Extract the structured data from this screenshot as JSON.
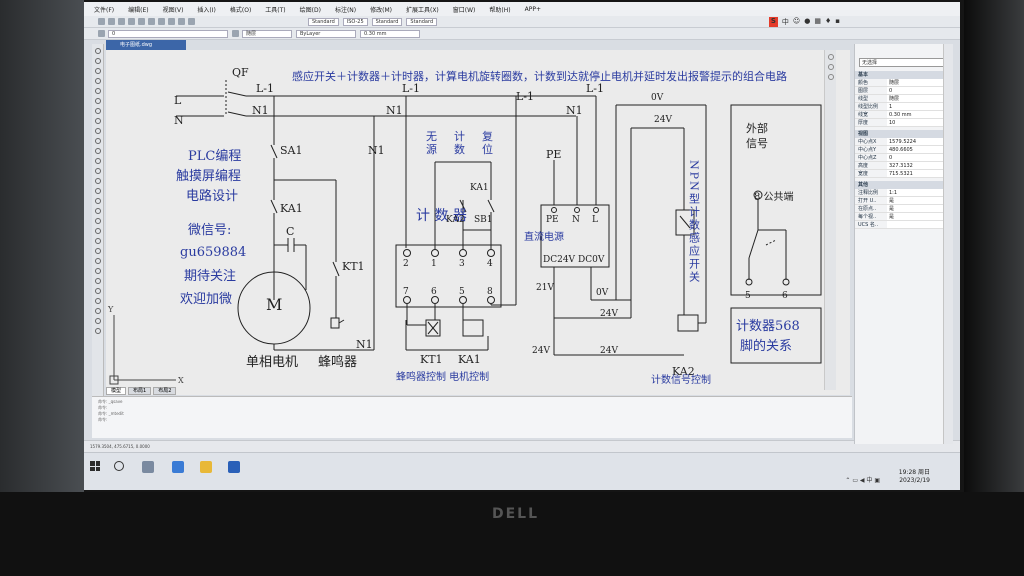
{
  "menu": [
    "文件(F)",
    "编辑(E)",
    "视图(V)",
    "插入(I)",
    "格式(O)",
    "工具(T)",
    "绘图(D)",
    "标注(N)",
    "修改(M)",
    "扩展工具(X)",
    "窗口(W)",
    "帮助(H)",
    "APP+"
  ],
  "toolbar": {
    "text_style": "Standard",
    "dim_style": "ISO-25",
    "table_style": "Standard",
    "multileader": "Standard",
    "layer": "0",
    "linetype": "ByLayer",
    "lineweight": "0.30 mm",
    "color": "随层"
  },
  "doc_tab": "电子图纸.dwg",
  "diagram": {
    "title": "感应开关＋计数器＋计时器，计算电机旋转圈数，计数到达就停止电机并延时发出报警提示的组合电路",
    "labels": {
      "qf": "QF",
      "l": "L",
      "n": "N",
      "l1a": "L-1",
      "l1b": "L-1",
      "l1c": "L-1",
      "l1d": "L-1",
      "n1a": "N1",
      "n1b": "N1",
      "n1c": "N1",
      "n1d": "N1",
      "n1e": "N1",
      "sa1": "SA1",
      "ka1a": "KA1",
      "c": "C",
      "m": "M",
      "kt1": "KT1",
      "motor": "单相电机",
      "buzzer": "蜂鸣器",
      "no_source_1": "无",
      "no_source_2": "源",
      "count_1": "计",
      "count_2": "数",
      "reset_1": "复",
      "reset_2": "位",
      "ka1b": "KA1",
      "ka2": "KA2",
      "sb1": "SB1",
      "counter": "计 数 器",
      "t2": "2",
      "t1": "1",
      "t3": "3",
      "t4": "4",
      "t7": "7",
      "t6": "6",
      "t5": "5",
      "t8": "8",
      "kt1b": "KT1",
      "ka1c": "KA1",
      "ctrl_caption": "蜂鸣器控制  电机控制",
      "pe": "PE",
      "pe2": "PE",
      "nn": "N",
      "ll": "L",
      "dc_supply": "直流电源",
      "dc24": "DC24V",
      "dc0": "DC0V",
      "v21": "21V",
      "v0": "0V",
      "v0top": "0V",
      "v24a": "24V",
      "v24b": "24V",
      "v24c": "24V",
      "v24d": "24V",
      "npn": "NPN型计数感应开关",
      "ka2b": "KA2",
      "signal_caption": "计数信号控制",
      "ext_1": "外部",
      "ext_2": "信号",
      "common": "8 公共端",
      "p5": "5",
      "p6": "6",
      "relation": "计数器568",
      "relation2": "脚的关系"
    },
    "promo": [
      "PLC编程",
      "触摸屏编程",
      "电路设计",
      "微信号:",
      "gu659884",
      "期待关注",
      "欢迎加微"
    ]
  },
  "model_tabs": [
    "模型",
    "布局1",
    "布局2"
  ],
  "cmd_lines": [
    "命令: _qsave",
    "命令:",
    "命令: _mtedit",
    "命令:"
  ],
  "status": "1579.3504, 475.6715, 0.0000",
  "props": {
    "selection": "无选择",
    "basic": "基本",
    "basic_rows": [
      [
        "颜色",
        "随层"
      ],
      [
        "图层",
        "0"
      ],
      [
        "线型",
        "随层"
      ],
      [
        "线型比例",
        "1"
      ],
      [
        "线宽",
        "0.30 mm"
      ],
      [
        "厚度",
        "10"
      ]
    ],
    "view": "视图",
    "view_rows": [
      [
        "中心点X",
        "1579.5224"
      ],
      [
        "中心点Y",
        "480.6605"
      ],
      [
        "中心点Z",
        "0"
      ],
      [
        "高度",
        "327.3132"
      ],
      [
        "宽度",
        "715.5321"
      ]
    ],
    "misc": "其他",
    "misc_rows": [
      [
        "注释比例",
        "1:1"
      ],
      [
        "打开 U..",
        "是"
      ],
      [
        "在原点..",
        "是"
      ],
      [
        "每个视..",
        "是"
      ],
      [
        "UCS 名..",
        ""
      ]
    ]
  },
  "clock": {
    "time": "19:28 周日",
    "date": "2023/2/19"
  },
  "brand": "DELL"
}
